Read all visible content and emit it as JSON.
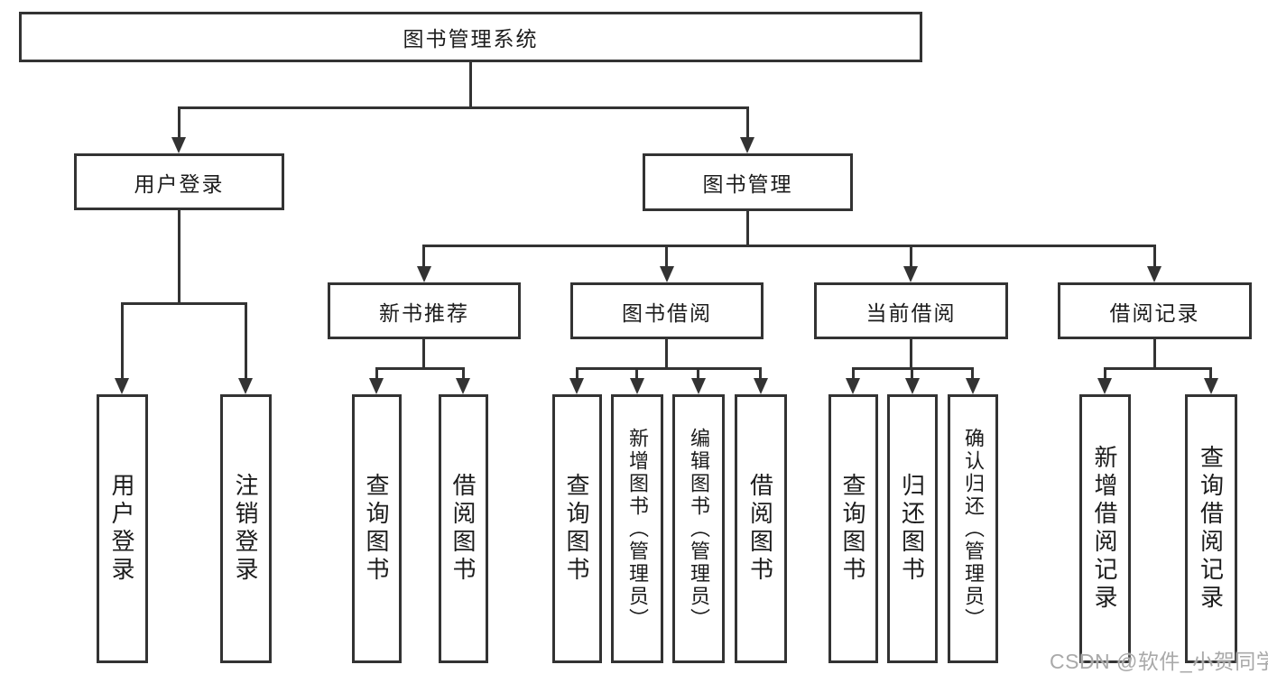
{
  "watermark": "CSDN @软件_小贺同学",
  "colors": {
    "line": "#333333",
    "text": "#1c1c1c",
    "background": "#ffffff",
    "watermark": "#a9a9a9"
  },
  "tree": {
    "label": "图书管理系统",
    "children": [
      {
        "label": "用户登录",
        "children": [
          {
            "label": "用户登录"
          },
          {
            "label": "注销登录"
          }
        ]
      },
      {
        "label": "图书管理",
        "children": [
          {
            "label": "新书推荐",
            "children": [
              {
                "label": "查询图书"
              },
              {
                "label": "借阅图书"
              }
            ]
          },
          {
            "label": "图书借阅",
            "children": [
              {
                "label": "查询图书"
              },
              {
                "label": "新增图书（管理员）"
              },
              {
                "label": "编辑图书（管理员）"
              },
              {
                "label": "借阅图书"
              }
            ]
          },
          {
            "label": "当前借阅",
            "children": [
              {
                "label": "查询图书"
              },
              {
                "label": "归还图书"
              },
              {
                "label": "确认归还（管理员）"
              }
            ]
          },
          {
            "label": "借阅记录",
            "children": [
              {
                "label": "新增借阅记录"
              },
              {
                "label": "查询借阅记录"
              }
            ]
          }
        ]
      }
    ]
  }
}
